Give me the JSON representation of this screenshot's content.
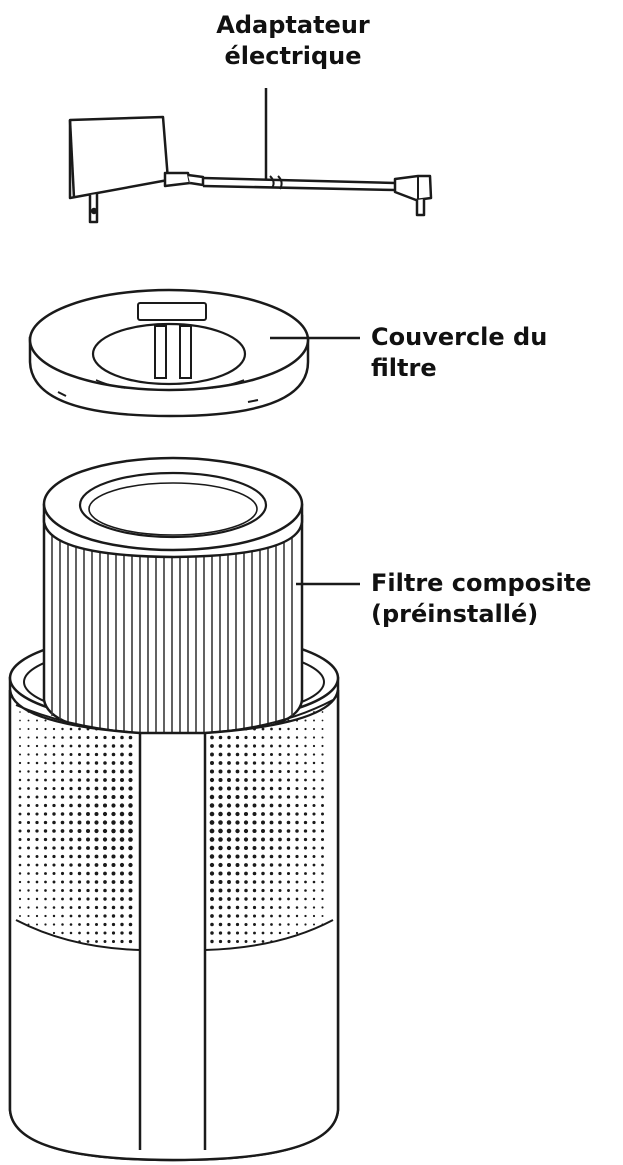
{
  "labels": {
    "adapter": {
      "line1": "Adaptateur",
      "line2": "électrique"
    },
    "lid": {
      "line1": "Couvercle du",
      "line2": "filtre"
    },
    "filter": {
      "line1": "Filtre composite",
      "line2": "(préinstallé)"
    }
  },
  "colors": {
    "stroke": "#1a1a1a",
    "text": "#111111",
    "background": "#ffffff"
  }
}
